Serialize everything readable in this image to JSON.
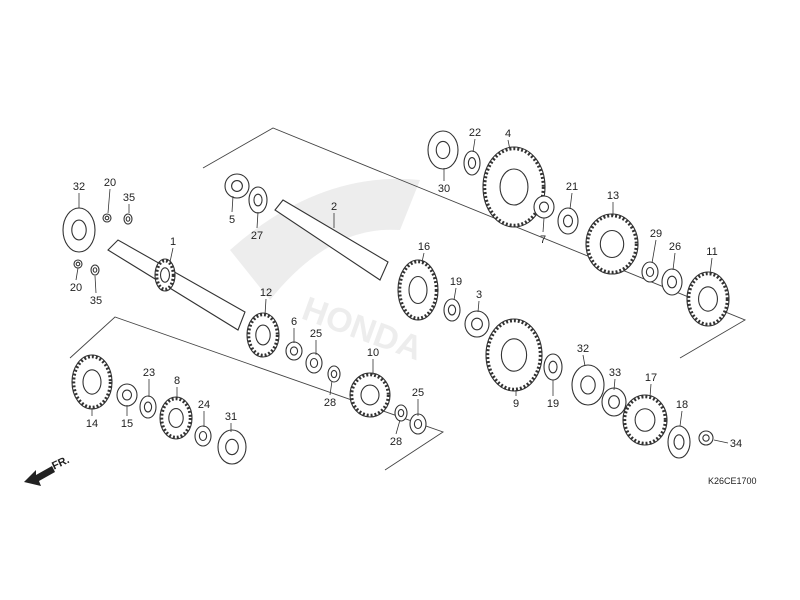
{
  "diagram": {
    "drawing_code": "K26CE1700",
    "direction_label": "FR.",
    "watermark": "HONDA",
    "callouts": [
      "32",
      "20",
      "35",
      "20",
      "35",
      "1",
      "5",
      "27",
      "2",
      "12",
      "6",
      "25",
      "10",
      "28",
      "25",
      "28",
      "14",
      "15",
      "23",
      "8",
      "24",
      "31",
      "30",
      "22",
      "4",
      "21",
      "7",
      "13",
      "29",
      "26",
      "11",
      "16",
      "19",
      "3",
      "9",
      "19",
      "32",
      "33",
      "17",
      "18",
      "34"
    ],
    "colors": {
      "line": "#333333",
      "watermark": "#d0d0d0"
    }
  }
}
